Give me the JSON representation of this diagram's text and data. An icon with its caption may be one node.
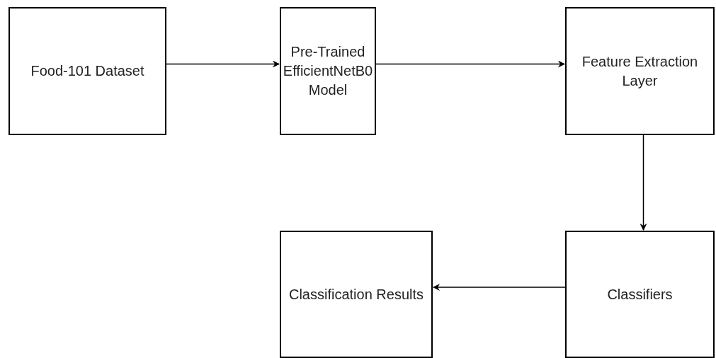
{
  "diagram": {
    "nodes": [
      {
        "text": [
          "Food-101 Dataset"
        ]
      },
      {
        "text": [
          "Pre-Trained EfficientNetB0 Model"
        ]
      },
      {
        "text": [
          "Feature Extraction Layer"
        ]
      },
      {
        "text": [
          "Classifiers"
        ]
      },
      {
        "text": [
          "Classification Results"
        ]
      }
    ],
    "edges": [
      {
        "from": 0,
        "to": 1,
        "arrow": "to"
      },
      {
        "from": 1,
        "to": 2,
        "arrow": "to"
      },
      {
        "from": 2,
        "to": 3,
        "arrow": "to"
      },
      {
        "from": 3,
        "to": 4,
        "arrow": "to"
      }
    ]
  }
}
